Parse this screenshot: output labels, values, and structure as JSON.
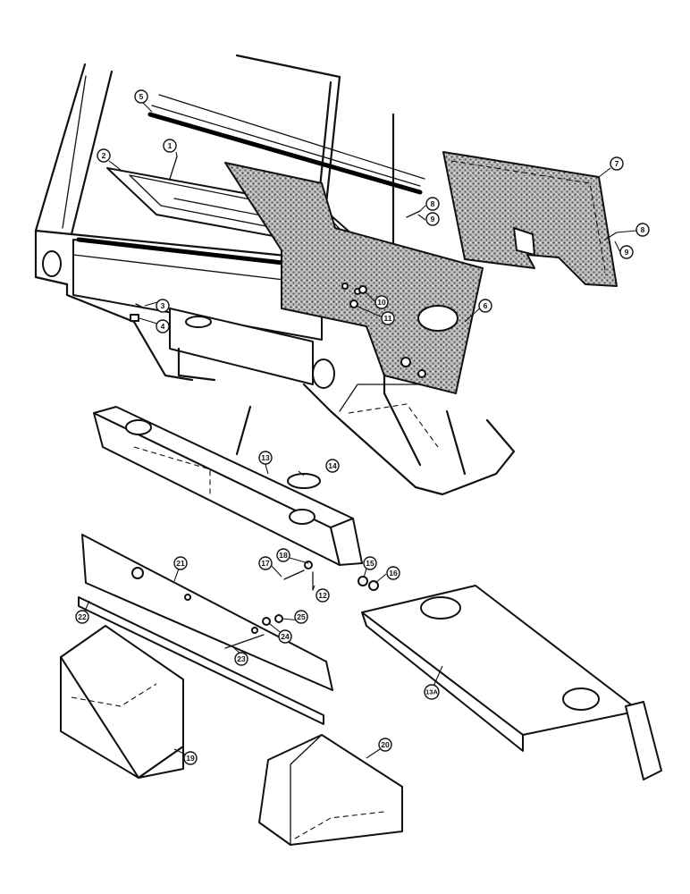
{
  "callouts": [
    "1",
    "2",
    "3",
    "4",
    "5",
    "6",
    "7",
    "8",
    "9",
    "8",
    "9",
    "10",
    "11",
    "12",
    "13",
    "13A",
    "14",
    "15",
    "16",
    "17",
    "18",
    "19",
    "20",
    "21",
    "22",
    "23",
    "24",
    "25"
  ]
}
